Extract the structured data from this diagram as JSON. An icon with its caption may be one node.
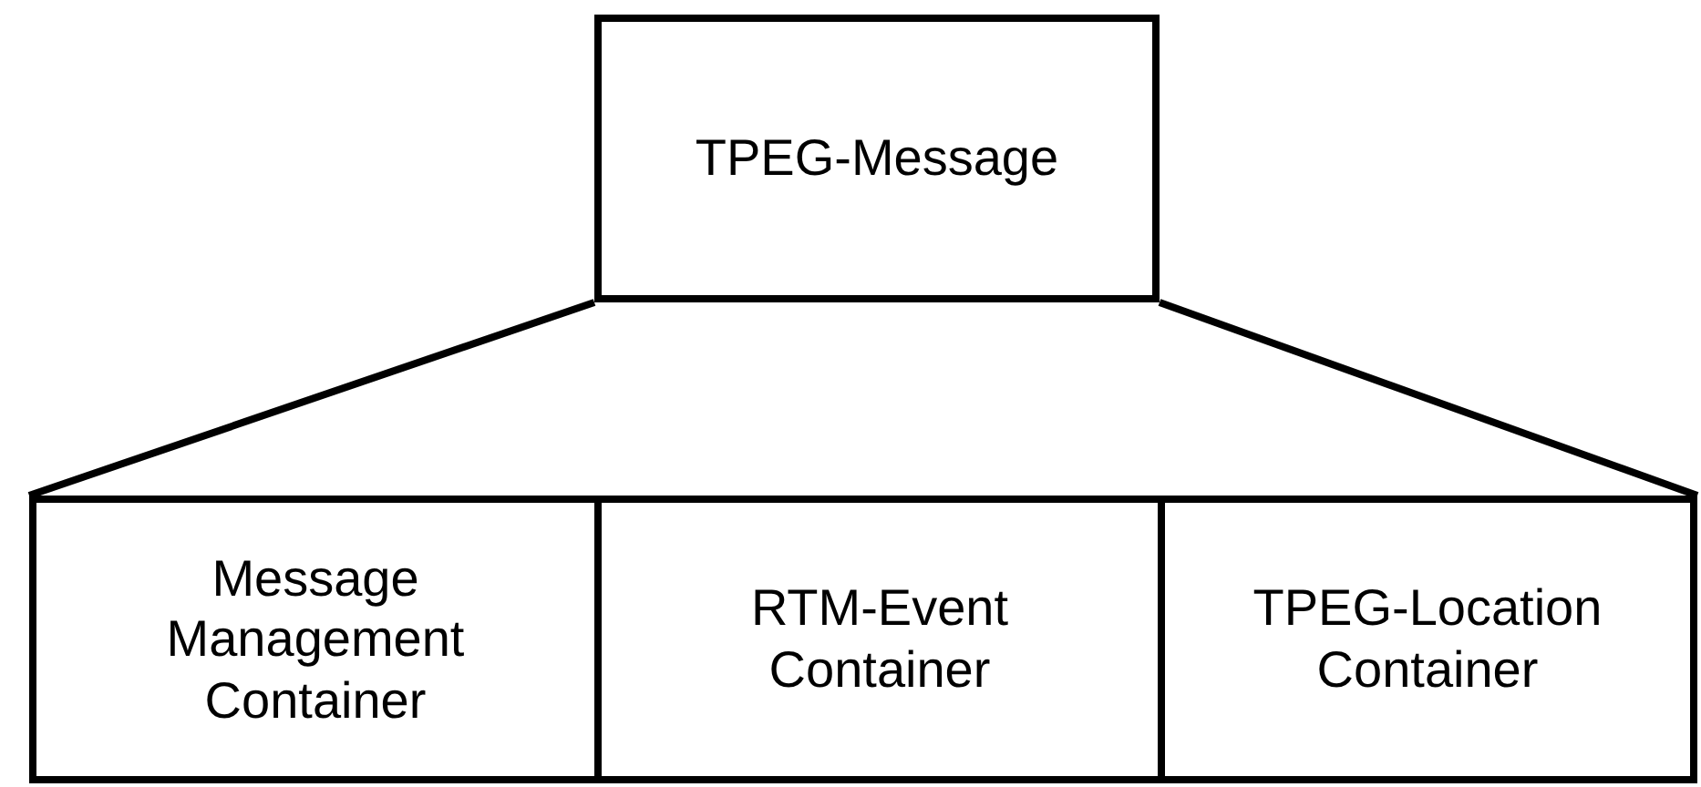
{
  "diagram": {
    "nodes": [
      {
        "text": [
          "TPEG-Message"
        ]
      },
      {
        "text": [
          "Message Management Container"
        ]
      },
      {
        "text": [
          "RTM-Event Container"
        ]
      },
      {
        "text": [
          "TPEG-Location Container"
        ]
      }
    ],
    "edges": [
      {
        "from": 0,
        "to": 1,
        "arrow": "none"
      },
      {
        "from": 0,
        "to": 3,
        "arrow": "none"
      }
    ]
  }
}
